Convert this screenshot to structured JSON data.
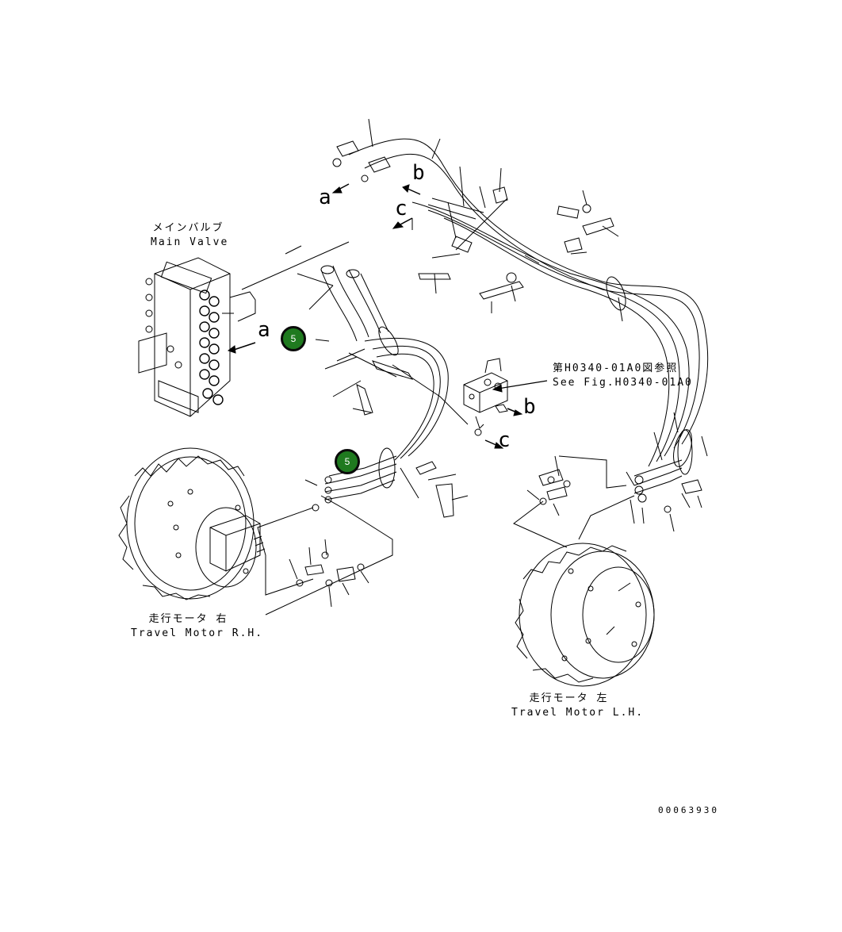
{
  "labels": {
    "main_valve_jp": "メインバルブ",
    "main_valve_en": "Main Valve",
    "ref_jp": "第H0340-01A0図参照",
    "ref_en": "See Fig.H0340-01A0",
    "travel_rh_jp": "走行モータ 右",
    "travel_rh_en": "Travel Motor R.H.",
    "travel_lh_jp": "走行モータ 左",
    "travel_lh_en": "Travel Motor L.H."
  },
  "connection_letters": {
    "a_top": "a",
    "a_main": "a",
    "b_top": "b",
    "b_right": "b",
    "c_top": "c",
    "c_right": "c"
  },
  "callouts": [
    {
      "number": "5"
    },
    {
      "number": "5"
    }
  ],
  "document_number": "00063930",
  "colors": {
    "callout_fill": "#1f7a1f",
    "line": "#000000"
  }
}
